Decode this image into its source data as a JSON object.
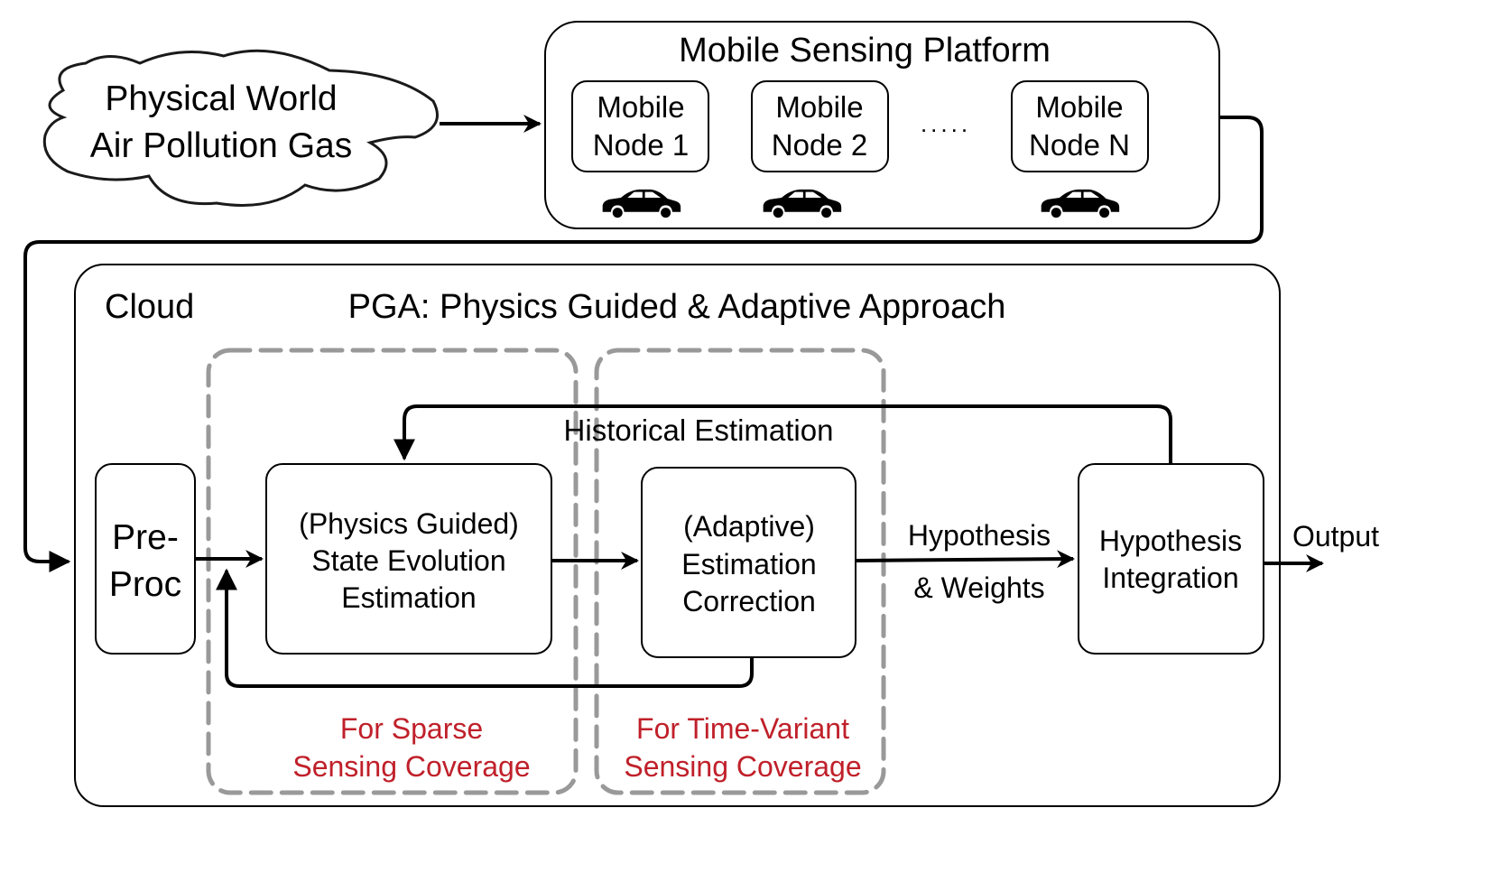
{
  "diagram": {
    "physical_world": {
      "line1": "Physical World",
      "line2": "Air Pollution Gas"
    },
    "mobile_platform": {
      "title": "Mobile Sensing Platform",
      "nodes": [
        {
          "line1": "Mobile",
          "line2": "Node 1",
          "icon": "car-icon"
        },
        {
          "line1": "Mobile",
          "line2": "Node 2",
          "icon": "car-icon"
        },
        {
          "line1": "Mobile",
          "line2": "Node N",
          "icon": "car-icon"
        }
      ],
      "ellipsis": "....."
    },
    "cloud": {
      "label": "Cloud",
      "title": "PGA: Physics Guided & Adaptive Approach",
      "preproc": {
        "line1": "Pre-",
        "line2": "Proc"
      },
      "state_evolution": {
        "line1": "(Physics Guided)",
        "line2": "State Evolution",
        "line3": "Estimation"
      },
      "estimation_correction": {
        "line1": "(Adaptive)",
        "line2": "Estimation",
        "line3": "Correction"
      },
      "hypothesis_integration": {
        "line1": "Hypothesis",
        "line2": "Integration"
      },
      "historical_label": "Historical Estimation",
      "hypothesis_weights": {
        "line1": "Hypothesis",
        "line2": "& Weights"
      },
      "output_label": "Output",
      "sparse_region": {
        "line1": "For Sparse",
        "line2": "Sensing Coverage"
      },
      "timevariant_region": {
        "line1": "For Time-Variant",
        "line2": "Sensing Coverage"
      }
    },
    "colors": {
      "stroke": "#000000",
      "dashed_region": "#999999",
      "annotation_red": "#c0202a"
    }
  }
}
